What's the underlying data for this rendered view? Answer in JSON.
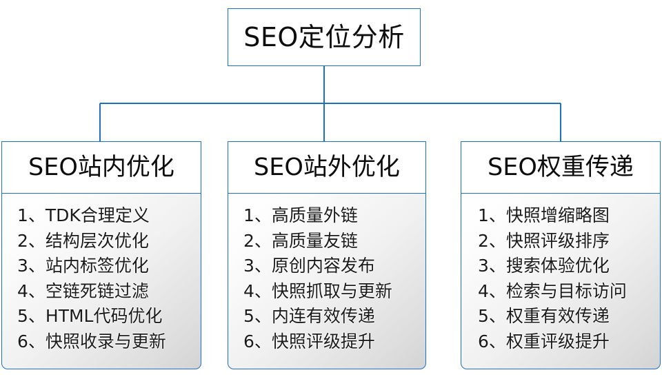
{
  "diagram": {
    "type": "organization-tree",
    "title": "SEO定位分析",
    "accent_color": "#1F6FC0",
    "background_color": "#FFFFFF",
    "text_color": "#0D0D0D",
    "root": {
      "label": "SEO定位分析"
    },
    "branches": [
      {
        "id": "on-site",
        "heading": "SEO站内优化",
        "items": [
          "1、TDK合理定义",
          "2、结构层次优化",
          "3、站内标签优化",
          "4、空链死链过滤",
          "5、HTML代码优化",
          "6、快照收录与更新"
        ]
      },
      {
        "id": "off-site",
        "heading": "SEO站外优化",
        "items": [
          "1、高质量外链",
          "2、高质量友链",
          "3、原创内容发布",
          "4、快照抓取与更新",
          "5、内连有效传递",
          "6、快照评级提升"
        ]
      },
      {
        "id": "weight-transfer",
        "heading": "SEO权重传递",
        "items": [
          "1、快照增缩略图",
          "2、快照评级排序",
          "3、搜索体验优化",
          "4、检索与目标访问",
          "5、权重有效传递",
          "6、权重评级提升"
        ]
      }
    ]
  }
}
